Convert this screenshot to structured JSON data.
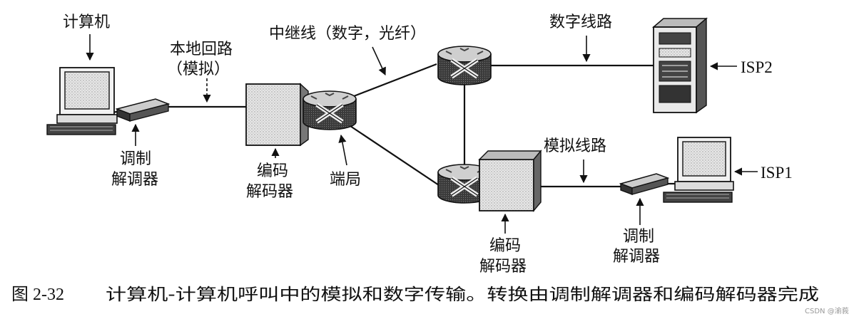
{
  "labels": {
    "computer": "计算机",
    "local_loop_line1": "本地回路",
    "local_loop_line2": "（模拟）",
    "trunk": "中继线（数字，光纤）",
    "digital_line": "数字线路",
    "isp2": "ISP2",
    "modem_left_line1": "调制",
    "modem_left_line2": "解调器",
    "codec_left_line1": "编码",
    "codec_left_line2": "解码器",
    "end_office": "端局",
    "analog_line": "模拟线路",
    "isp1": "ISP1",
    "codec_bottom_line1": "编码",
    "codec_bottom_line2": "解码器",
    "modem_right_line1": "调制",
    "modem_right_line2": "解调器"
  },
  "caption": {
    "number": "图 2-32",
    "text": "计算机-计算机呼叫中的模拟和数字传输。转换由调制解调器和编码解码器完成"
  },
  "watermark": "CSDN @渝莪"
}
